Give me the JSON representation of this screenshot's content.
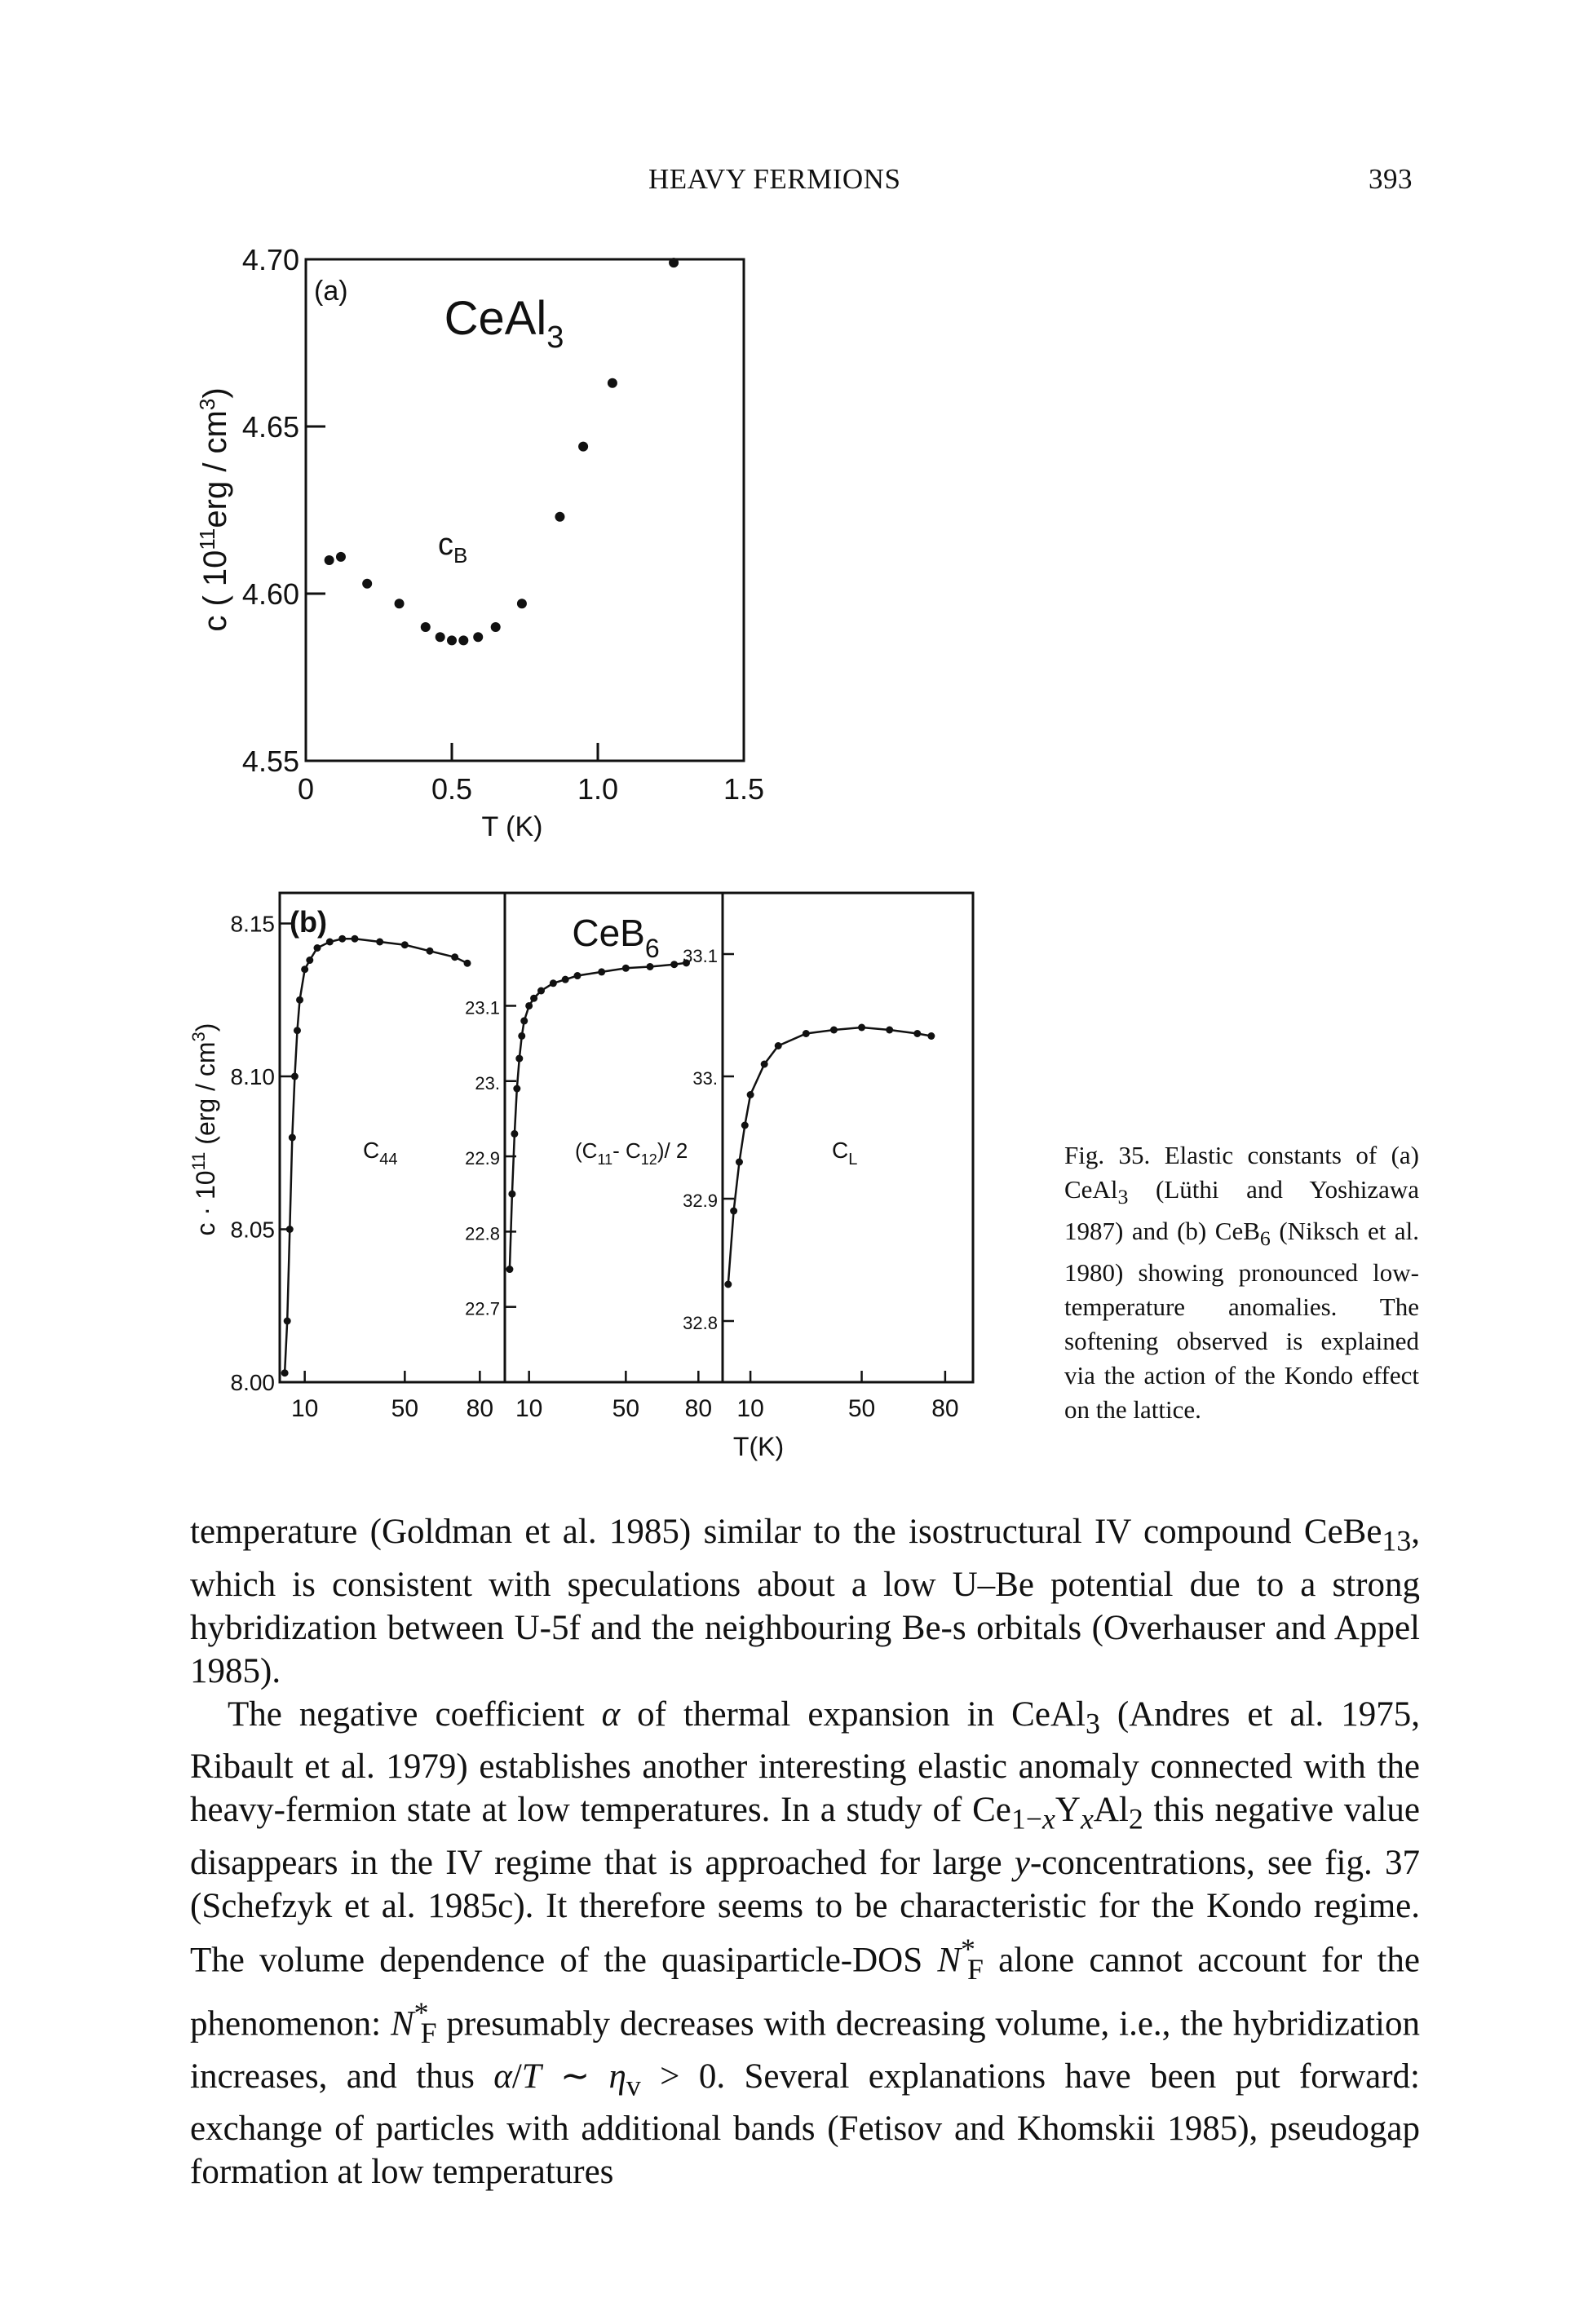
{
  "header": {
    "title": "HEAVY FERMIONS",
    "page_number": "393"
  },
  "chart_data": [
    {
      "type": "scatter",
      "panel_label": "(a)",
      "compound": "CeAl3",
      "curve_label": "cB",
      "xlabel": "T (K)",
      "ylabel": "c (10¹¹erg/cm³)",
      "xlim": [
        0,
        1.5
      ],
      "ylim": [
        4.55,
        4.7
      ],
      "x_ticks": [
        "0",
        "0.5",
        "1.0",
        "1.5"
      ],
      "y_ticks": [
        "4.55",
        "4.60",
        "4.65",
        "4.70"
      ],
      "points": [
        {
          "x": 0.08,
          "y": 4.61
        },
        {
          "x": 0.12,
          "y": 4.611
        },
        {
          "x": 0.21,
          "y": 4.603
        },
        {
          "x": 0.32,
          "y": 4.597
        },
        {
          "x": 0.41,
          "y": 4.59
        },
        {
          "x": 0.46,
          "y": 4.587
        },
        {
          "x": 0.5,
          "y": 4.586
        },
        {
          "x": 0.54,
          "y": 4.586
        },
        {
          "x": 0.59,
          "y": 4.587
        },
        {
          "x": 0.65,
          "y": 4.59
        },
        {
          "x": 0.74,
          "y": 4.597
        },
        {
          "x": 0.87,
          "y": 4.623
        },
        {
          "x": 0.95,
          "y": 4.644
        },
        {
          "x": 1.05,
          "y": 4.663
        },
        {
          "x": 1.26,
          "y": 4.699
        }
      ]
    },
    {
      "type": "line",
      "panel_label": "(b)",
      "compound": "CeB6",
      "xlabel": "T(K)",
      "ylabel": "c · 10¹¹ (erg/cm³)",
      "panels": [
        {
          "curve_label": "C44",
          "x_ticks": [
            "10",
            "50",
            "80"
          ],
          "y_ticks": [
            "8.00",
            "8.05",
            "8.10",
            "8.15"
          ],
          "ylim": [
            8.0,
            8.16
          ],
          "x": [
            2,
            3,
            4,
            5,
            6,
            7,
            8,
            10,
            12,
            15,
            20,
            25,
            30,
            40,
            50,
            60,
            70,
            75
          ],
          "y": [
            8.003,
            8.02,
            8.05,
            8.08,
            8.1,
            8.115,
            8.125,
            8.135,
            8.138,
            8.142,
            8.144,
            8.145,
            8.145,
            8.144,
            8.143,
            8.141,
            8.139,
            8.137
          ]
        },
        {
          "curve_label": "(C11- C12)/2",
          "x_ticks": [
            "10",
            "50",
            "80"
          ],
          "y_ticks": [
            "22.7",
            "22.8",
            "22.9",
            "23.",
            "23.1"
          ],
          "ylim": [
            22.6,
            23.25
          ],
          "x": [
            2,
            3,
            4,
            5,
            6,
            7,
            8,
            10,
            12,
            15,
            20,
            25,
            30,
            40,
            50,
            60,
            70,
            75
          ],
          "y": [
            22.75,
            22.85,
            22.93,
            22.99,
            23.03,
            23.06,
            23.08,
            23.1,
            23.11,
            23.12,
            23.13,
            23.135,
            23.14,
            23.145,
            23.15,
            23.152,
            23.155,
            23.157
          ]
        },
        {
          "curve_label": "CL",
          "x_ticks": [
            "10",
            "50",
            "80"
          ],
          "y_ticks": [
            "32.8",
            "32.9",
            "33.",
            "33.1"
          ],
          "ylim": [
            32.75,
            33.15
          ],
          "x": [
            2,
            4,
            6,
            8,
            10,
            15,
            20,
            30,
            40,
            50,
            60,
            70,
            75
          ],
          "y": [
            32.83,
            32.89,
            32.93,
            32.96,
            32.985,
            33.01,
            33.025,
            33.035,
            33.038,
            33.04,
            33.038,
            33.035,
            33.033
          ]
        }
      ]
    }
  ],
  "caption": "Fig. 35. Elastic constants of (a) CeAl3 (Lüthi and Yoshizawa 1987) and (b) CeB6 (Niksch et al. 1980) showing pronounced low-temperature anomalies. The softening observed is explained via the action of the Kondo effect on the lattice.",
  "body": {
    "p1": "temperature (Goldman et al. 1985) similar to the isostructural IV compound CeBe13, which is consistent with speculations about a low U–Be potential due to a strong hybridization between U-5f and the neighbouring Be-s orbitals (Overhauser and Appel 1985).",
    "p2": "The negative coefficient α of thermal expansion in CeAl3 (Andres et al. 1975, Ribault et al. 1979) establishes another interesting elastic anomaly connected with the heavy-fermion state at low temperatures. In a study of Ce1−xYxAl2 this negative value disappears in the IV regime that is approached for large y-concentrations, see fig. 37 (Schefzyk et al. 1985c). It therefore seems to be characteristic for the Kondo regime. The volume dependence of the quasiparticle-DOS N*F alone cannot account for the phenomenon: N*F presumably decreases with decreasing volume, i.e., the hybridization increases, and thus α/T ∼ ηv > 0. Several explanations have been put forward: exchange of particles with additional bands (Fetisov and Khomskii 1985), pseudogap formation at low temperatures"
  }
}
